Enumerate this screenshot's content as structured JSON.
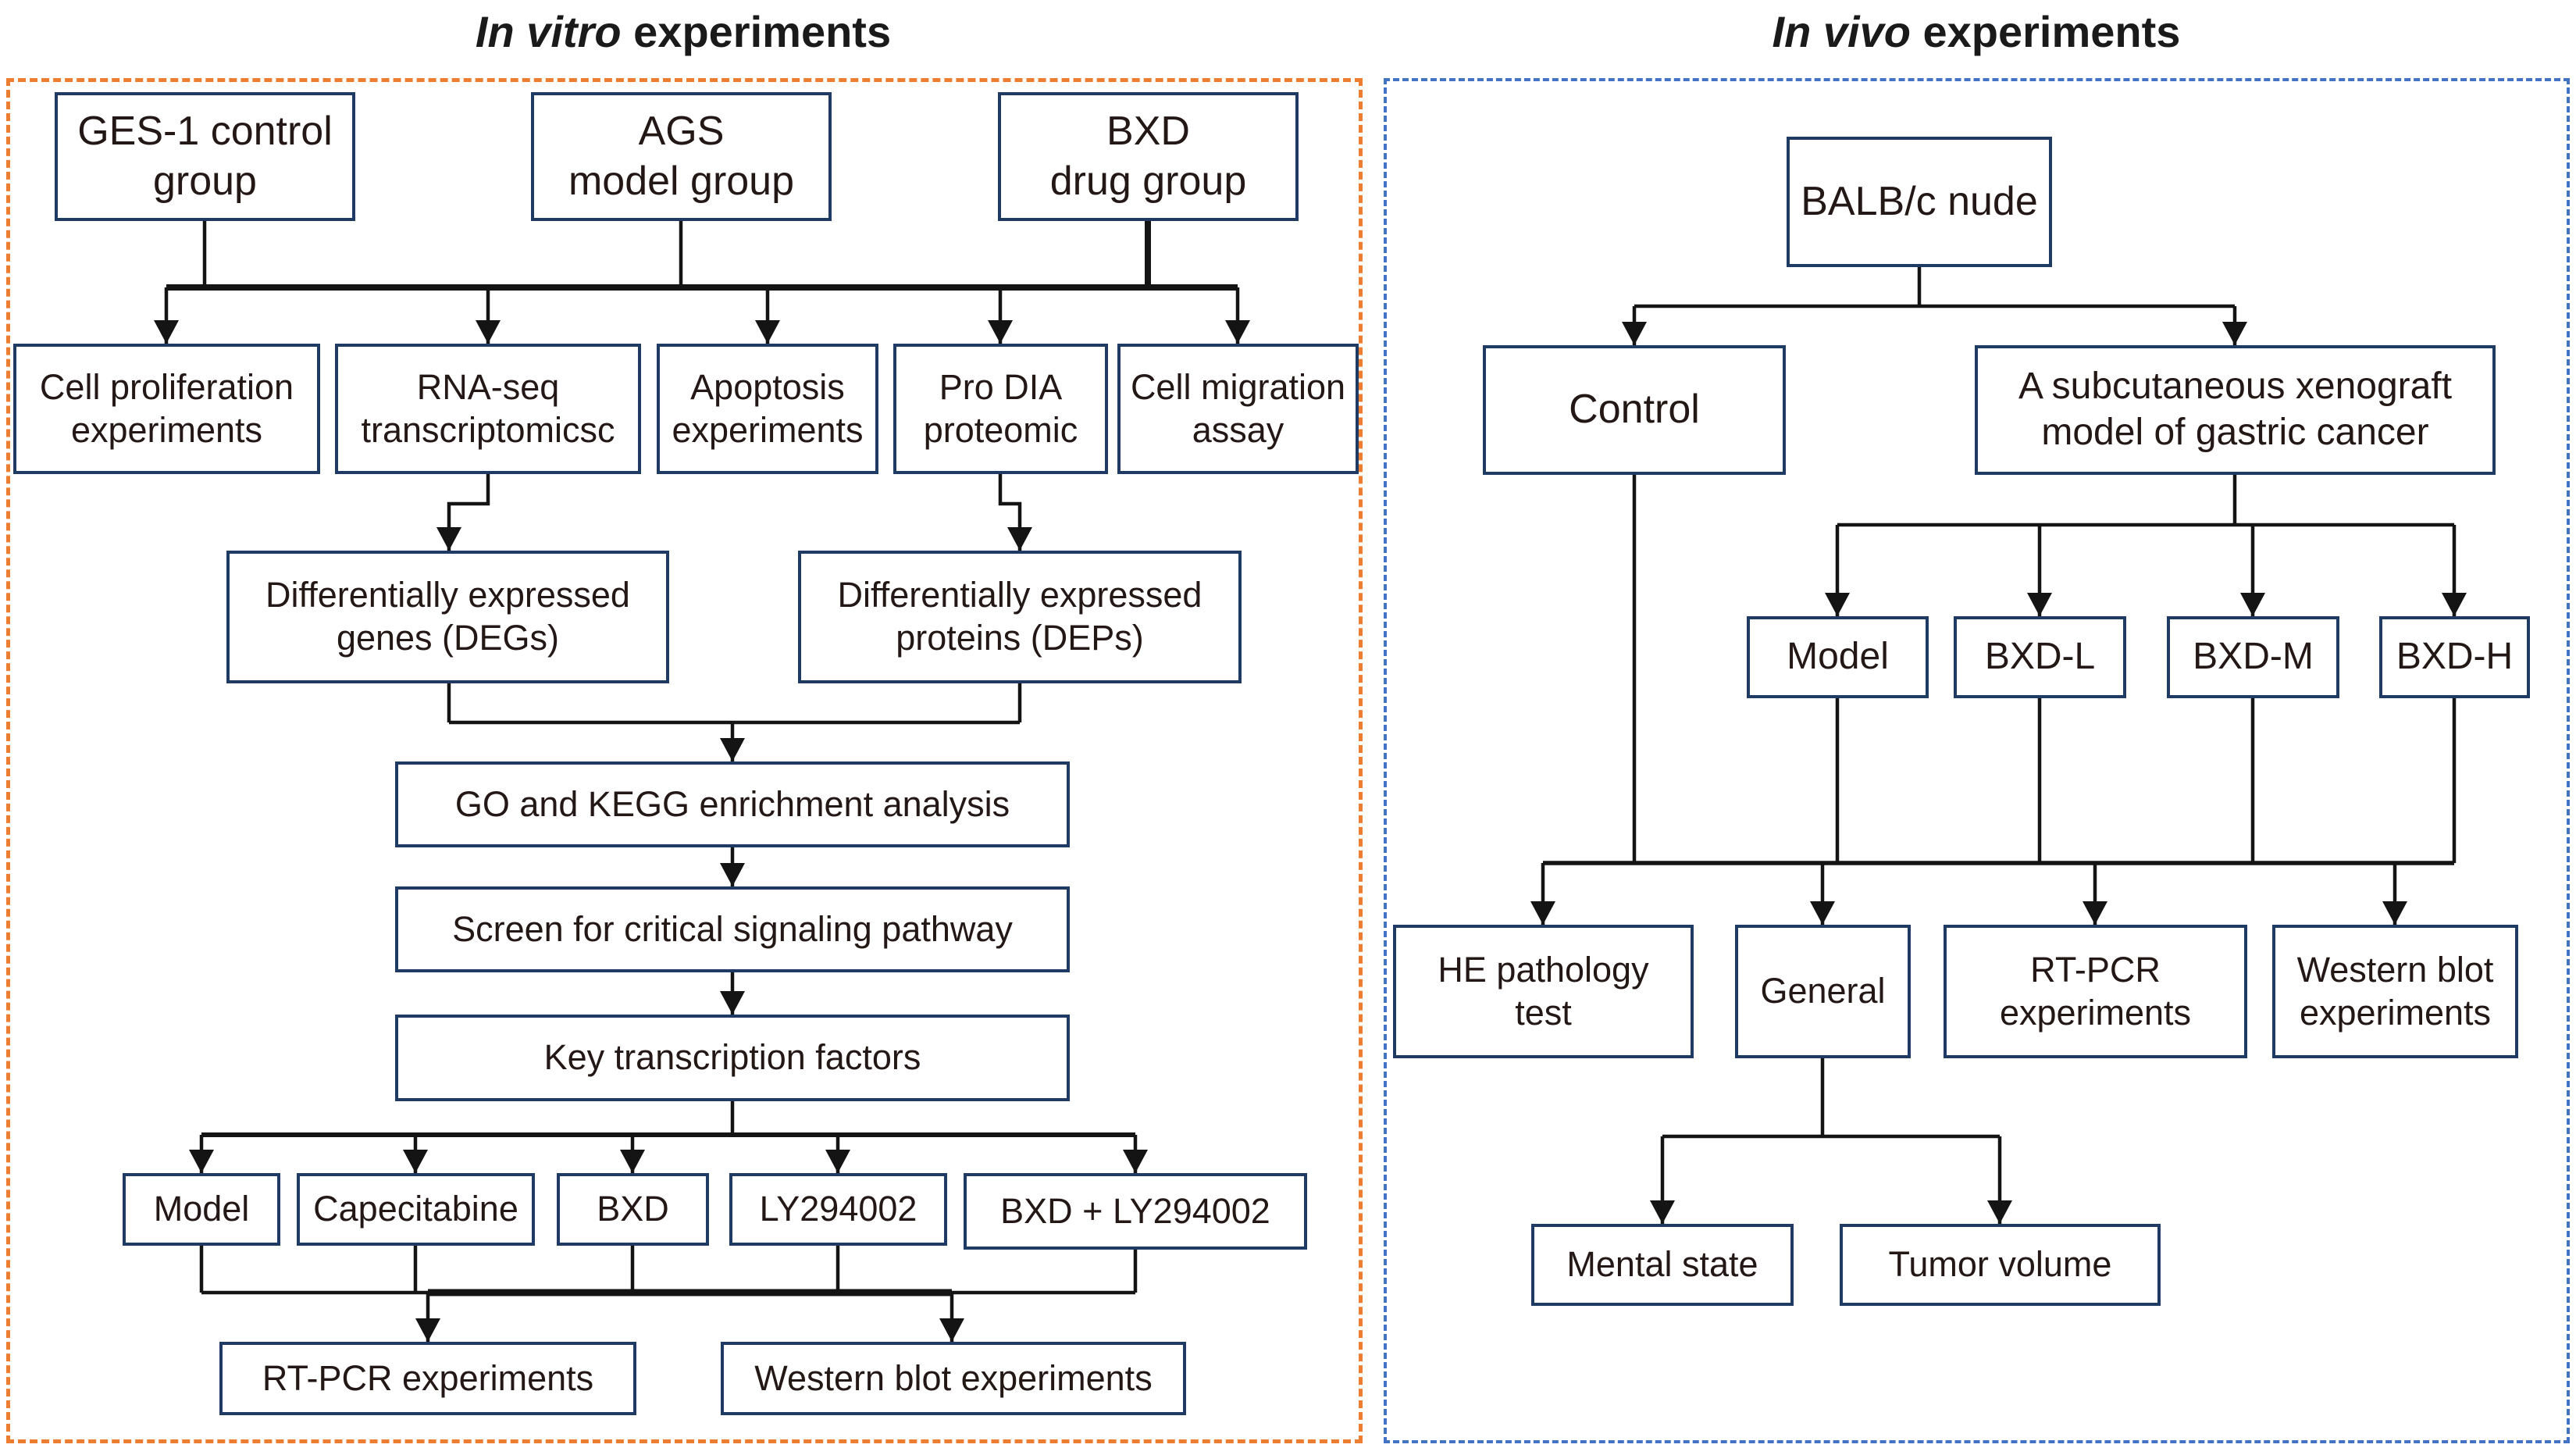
{
  "figure": {
    "invitro_title": {
      "italic": "In vitro",
      "rest": " experiments"
    },
    "invivo_title": {
      "italic": "In vivo",
      "rest": " experiments"
    }
  },
  "colors": {
    "box_border": "#1f3a63",
    "box_fill": "#ffffff",
    "text": "#231815",
    "connector": "#141414",
    "invitro_panel_border": "#ED7D31",
    "invivo_panel_border": "#4472C4"
  },
  "invitro": {
    "nodes": {
      "ges1": "GES-1 control\ngroup",
      "ags": "AGS\nmodel group",
      "bxd": "BXD\ndrug group",
      "cellprolif": "Cell proliferation\nexperiments",
      "rnaseq": "RNA-seq\ntranscriptomicsc",
      "apoptosis": "Apoptosis\nexperiments",
      "prodia": "Pro DIA\nproteomic",
      "cellmig": "Cell migration\nassay",
      "degs": "Differentially expressed\ngenes (DEGs)",
      "deps": "Differentially expressed\nproteins (DEPs)",
      "gokegg": "GO and KEGG enrichment analysis",
      "screen": "Screen for critical signaling pathway",
      "keytf": "Key transcription factors",
      "model": "Model",
      "capecitabine": "Capecitabine",
      "bxd_single": "BXD",
      "ly294002": "LY294002",
      "bxd_ly": "BXD + LY294002",
      "rtpcr": "RT-PCR experiments",
      "western": "Western blot experiments"
    }
  },
  "invivo": {
    "nodes": {
      "balb": "BALB/c nude",
      "control": "Control",
      "xenograft": "A subcutaneous xenograft\nmodel of gastric cancer",
      "model": "Model",
      "bxdl": "BXD-L",
      "bxdm": "BXD-M",
      "bxdh": "BXD-H",
      "hepath": "HE pathology\ntest",
      "general": "General",
      "rtpcr": "RT-PCR\nexperiments",
      "western": "Western blot\nexperiments",
      "mental": "Mental state",
      "tumor": "Tumor volume"
    }
  }
}
